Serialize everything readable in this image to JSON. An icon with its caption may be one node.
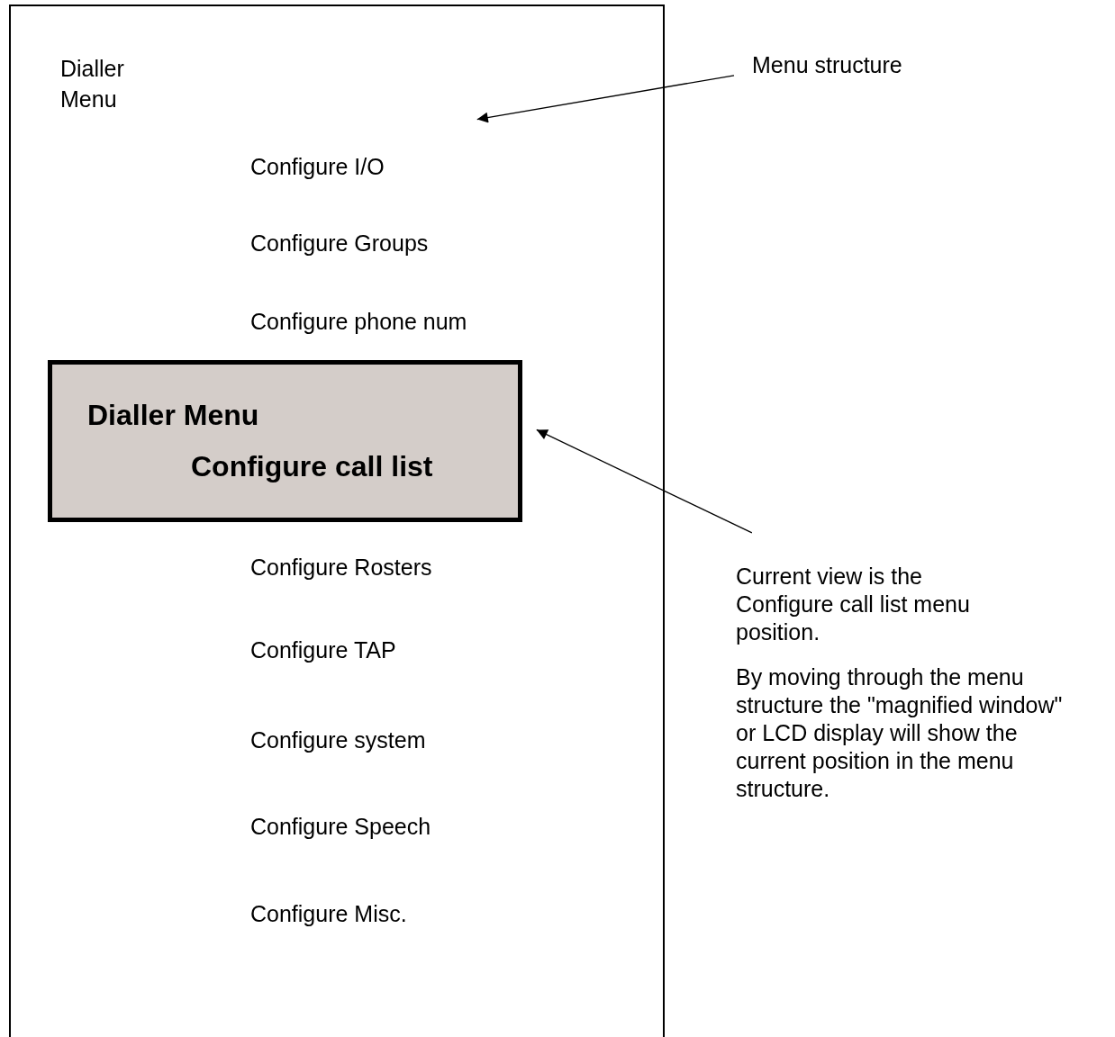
{
  "diagram": {
    "nodes": [
      {
        "text": [
          "Dialler Menu"
        ]
      },
      {
        "text": [
          "Dialler Menu",
          "Configure call list"
        ],
        "in": 0
      },
      {
        "text": [
          "Menu structure"
        ]
      },
      {
        "text": [
          "Current view is the Configure call list menu position.",
          "By moving through the menu structure the \"magnified window\" or LCD display will show the current position in the menu structure."
        ]
      }
    ],
    "edges": [
      {
        "from": 2,
        "to": 0,
        "arrow": "to"
      },
      {
        "from": 3,
        "to": 1,
        "arrow": "to"
      }
    ],
    "labels": [
      "Configure I/O",
      "Configure Groups",
      "Configure phone num",
      "Configure Rosters",
      "Configure TAP",
      "Configure system",
      "Configure Speech",
      "Configure Misc."
    ]
  }
}
